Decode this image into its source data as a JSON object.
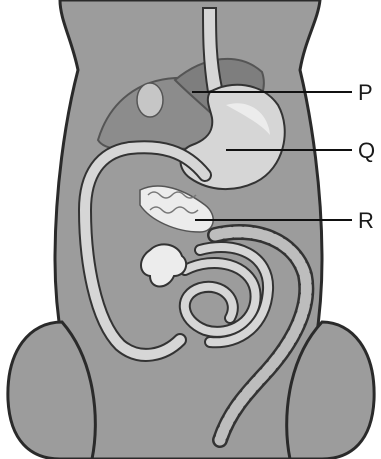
{
  "labels": {
    "p": "P",
    "q": "Q",
    "r": "R"
  },
  "colors": {
    "body": "#9c9c9c",
    "body_outline": "#2a2a2a",
    "organ": "#d6d6d6",
    "organ_light": "#ececec",
    "organ_shadow": "#8c8c8c",
    "background": "#ffffff"
  }
}
